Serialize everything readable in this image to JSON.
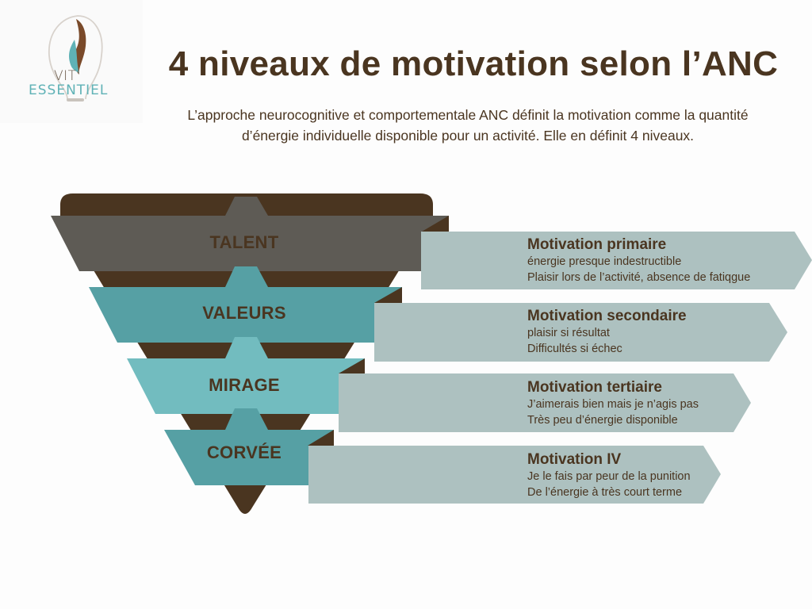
{
  "logo": {
    "line1": "VIT'",
    "line2": "ESSENTIEL"
  },
  "header": {
    "title": "4 niveaux de motivation selon l’ANC",
    "subtitle": "L’approche neurocognitive et comportementale ANC définit la motivation comme la quantité d’énergie individuelle disponible pour un activité. Elle en définit 4 niveaux."
  },
  "colors": {
    "brown": "#4a3520",
    "gray": "#5e5b55",
    "teal_dark": "#56a0a4",
    "teal_light": "#72bcbf",
    "card": "#adc1c0"
  },
  "levels": [
    {
      "label": "TALENT",
      "card_title": "Motivation primaire",
      "lines": [
        "énergie presque indestructible",
        "Plaisir lors de l’activité, absence de fatiqgue"
      ]
    },
    {
      "label": "VALEURS",
      "card_title": "Motivation secondaire",
      "lines": [
        "plaisir si résultat",
        "Difficultés si échec"
      ]
    },
    {
      "label": "MIRAGE",
      "card_title": "Motivation tertiaire",
      "lines": [
        "J’aimerais bien mais je n’agis pas",
        "Très peu d’énergie disponible"
      ]
    },
    {
      "label": "CORVÉE",
      "card_title": "Motivation IV",
      "lines": [
        "Je le fais par peur de la punition",
        "De l’énergie à très court terme"
      ]
    }
  ]
}
